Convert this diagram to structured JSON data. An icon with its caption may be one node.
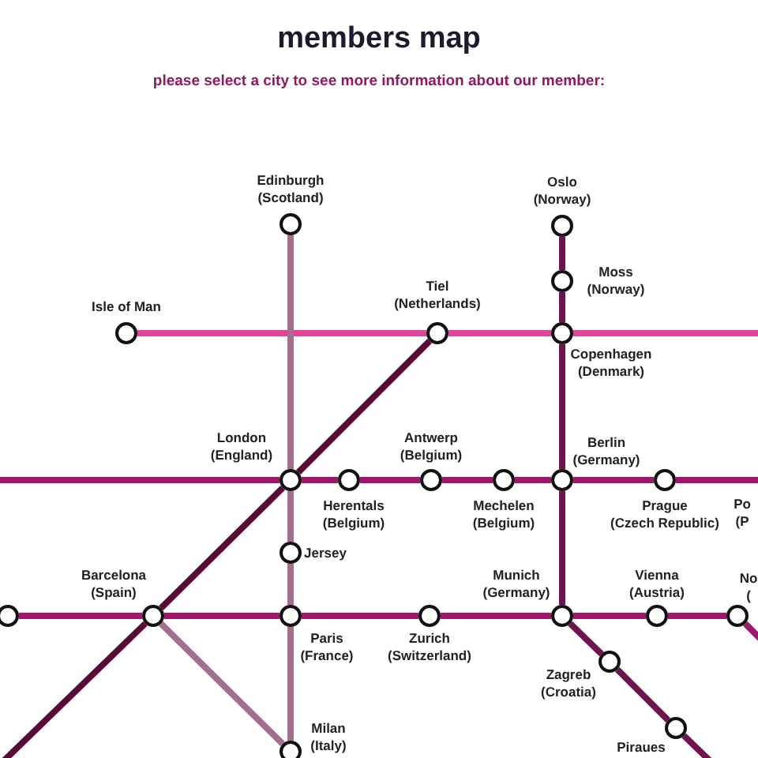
{
  "diagram": {
    "title": "members map",
    "caption": "please select a city to see more information about our member:",
    "nodes": [
      {
        "text": [
          "Edinburgh (Scotland)"
        ]
      },
      {
        "text": [
          "Oslo (Norway)"
        ]
      },
      {
        "text": [
          "Moss (Norway)"
        ]
      },
      {
        "text": [
          "Isle of Man"
        ]
      },
      {
        "text": [
          "Tiel (Netherlands)"
        ]
      },
      {
        "text": [
          "Copenhagen (Denmark)"
        ]
      },
      {
        "text": [
          "London (England)"
        ]
      },
      {
        "text": [
          "Antwerp (Belgium)"
        ]
      },
      {
        "text": [
          "Berlin (Germany)"
        ]
      },
      {
        "text": [
          "Herentals (Belgium)"
        ]
      },
      {
        "text": [
          "Mechelen (Belgium)"
        ]
      },
      {
        "text": [
          "Prague (Czech Republic)"
        ]
      },
      {
        "text": [
          "Jersey"
        ]
      },
      {
        "text": [],
        "shape": "circle"
      },
      {
        "text": [
          "Barcelona (Spain)"
        ]
      },
      {
        "text": [
          "Munich (Germany)"
        ]
      },
      {
        "text": [
          "Vienna (Austria)"
        ]
      },
      {
        "text": [
          "No ("
        ]
      },
      {
        "text": [
          "Paris (France)"
        ]
      },
      {
        "text": [
          "Zurich (Switzerland)"
        ]
      },
      {
        "text": [
          "Zagreb (Croatia)"
        ]
      },
      {
        "text": [
          "Piraues"
        ]
      },
      {
        "text": [
          "Milan (Italy)"
        ]
      }
    ],
    "edges": [
      {
        "from": 3,
        "to": 4,
        "arrow": "none",
        "color": "#e0449a"
      },
      {
        "from": 4,
        "to": 5,
        "arrow": "none",
        "color": "#e0449a"
      },
      {
        "from": 5,
        "to": null,
        "arrow": "none",
        "color": "#e0449a"
      },
      {
        "from": 0,
        "to": 6,
        "arrow": "none",
        "color": "#a56e8c"
      },
      {
        "from": 6,
        "to": 12,
        "arrow": "none",
        "color": "#a56e8c"
      },
      {
        "from": 12,
        "to": 18,
        "arrow": "none",
        "color": "#a56e8c"
      },
      {
        "from": 18,
        "to": 22,
        "arrow": "none",
        "color": "#a56e8c"
      },
      {
        "from": 14,
        "to": 22,
        "arrow": "none",
        "color": "#a56e8c"
      },
      {
        "from": null,
        "to": 14,
        "arrow": "none",
        "color": "#5a0a36"
      },
      {
        "from": 14,
        "to": 6,
        "arrow": "none",
        "color": "#5a0a36"
      },
      {
        "from": 6,
        "to": 4,
        "arrow": "none",
        "color": "#5a0a36"
      },
      {
        "from": 1,
        "to": 2,
        "arrow": "none",
        "color": "#6e1450"
      },
      {
        "from": 2,
        "to": 5,
        "arrow": "none",
        "color": "#6e1450"
      },
      {
        "from": 5,
        "to": 8,
        "arrow": "none",
        "color": "#6e1450"
      },
      {
        "from": 8,
        "to": 15,
        "arrow": "none",
        "color": "#6e1450"
      },
      {
        "from": 15,
        "to": 20,
        "arrow": "none",
        "color": "#6e1450"
      },
      {
        "from": 20,
        "to": 21,
        "arrow": "none",
        "color": "#6e1450"
      },
      {
        "from": 21,
        "to": null,
        "arrow": "none",
        "color": "#6e1450"
      },
      {
        "from": null,
        "to": 6,
        "arrow": "none"
      },
      {
        "from": 6,
        "to": 9,
        "arrow": "none"
      },
      {
        "from": 9,
        "to": 7,
        "arrow": "none"
      },
      {
        "from": 7,
        "to": 10,
        "arrow": "none"
      },
      {
        "from": 10,
        "to": 8,
        "arrow": "none"
      },
      {
        "from": 8,
        "to": 11,
        "arrow": "none"
      },
      {
        "from": 11,
        "to": null,
        "arrow": "none"
      },
      {
        "from": 13,
        "to": 14,
        "arrow": "none"
      },
      {
        "from": 14,
        "to": 18,
        "arrow": "none"
      },
      {
        "from": 18,
        "to": 19,
        "arrow": "none"
      },
      {
        "from": 19,
        "to": 15,
        "arrow": "none"
      },
      {
        "from": 15,
        "to": 16,
        "arrow": "none"
      },
      {
        "from": 16,
        "to": 17,
        "arrow": "none"
      },
      {
        "from": 17,
        "to": null,
        "arrow": "none"
      }
    ],
    "labels": [
      "Po (P"
    ]
  }
}
